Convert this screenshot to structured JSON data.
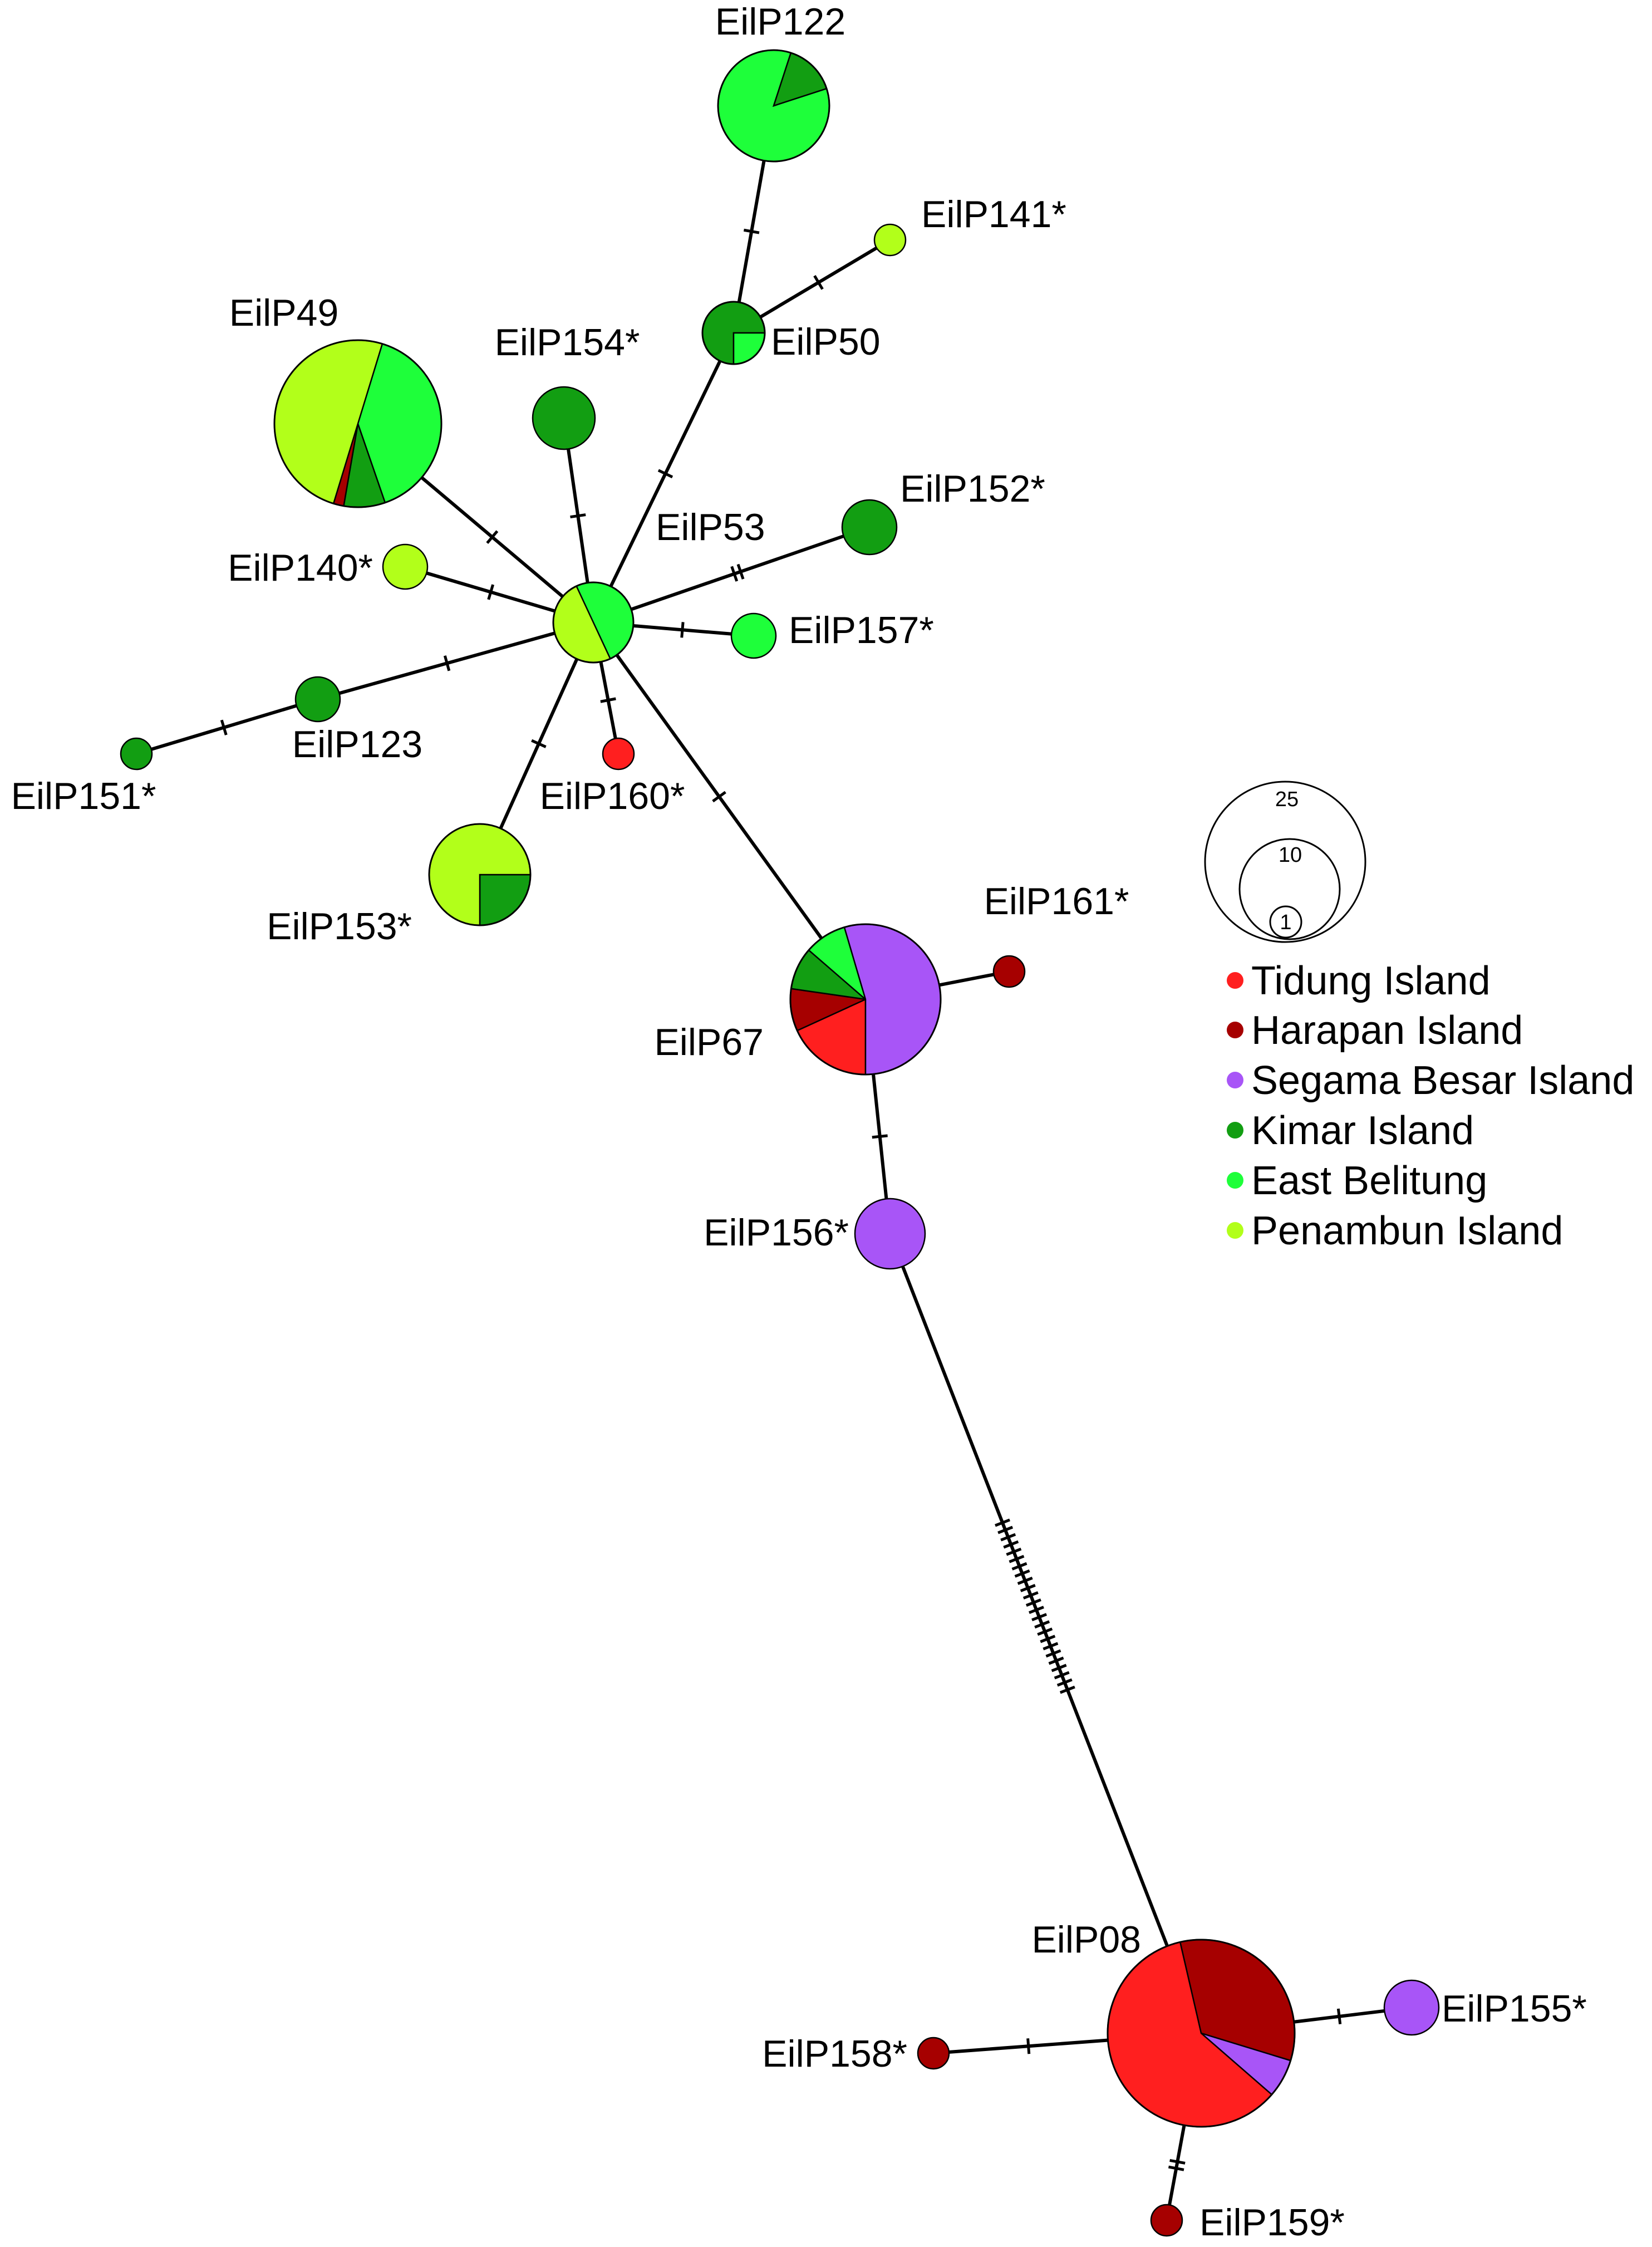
{
  "colors": {
    "tidung": "#ff1f1f",
    "harapan": "#a60000",
    "segama": "#a855f7",
    "kimar": "#129e12",
    "belitung": "#1eff3a",
    "penambun": "#b2ff1a"
  },
  "legend": {
    "size_labels": [
      "25",
      "10",
      "1"
    ],
    "items": [
      {
        "key": "tidung",
        "label": "Tidung Island"
      },
      {
        "key": "harapan",
        "label": "Harapan Island"
      },
      {
        "key": "segama",
        "label": "Segama Besar Island"
      },
      {
        "key": "kimar",
        "label": "Kimar Island"
      },
      {
        "key": "belitung",
        "label": "East Belitung"
      },
      {
        "key": "penambun",
        "label": "Penambun Island"
      }
    ]
  },
  "nodes": [
    {
      "id": "EilP122",
      "label": "EilP122",
      "count": 10,
      "slices": [
        {
          "pop": "belitung",
          "value": 8.5
        },
        {
          "pop": "kimar",
          "value": 1.5
        }
      ]
    },
    {
      "id": "EilP141",
      "label": "EilP141*",
      "count": 1,
      "slices": [
        {
          "pop": "penambun",
          "value": 1
        }
      ]
    },
    {
      "id": "EilP50",
      "label": "EilP50",
      "count": 3,
      "slices": [
        {
          "pop": "kimar",
          "value": 2.25
        },
        {
          "pop": "belitung",
          "value": 0.75
        }
      ]
    },
    {
      "id": "EilP49",
      "label": "EilP49",
      "count": 25,
      "slices": [
        {
          "pop": "belitung",
          "value": 10
        },
        {
          "pop": "kimar",
          "value": 2
        },
        {
          "pop": "harapan",
          "value": 0.5
        },
        {
          "pop": "penambun",
          "value": 12.5
        }
      ]
    },
    {
      "id": "EilP154",
      "label": "EilP154*",
      "count": 3,
      "slices": [
        {
          "pop": "kimar",
          "value": 3
        }
      ]
    },
    {
      "id": "EilP152",
      "label": "EilP152*",
      "count": 3,
      "slices": [
        {
          "pop": "kimar",
          "value": 3
        }
      ]
    },
    {
      "id": "EilP53",
      "label": "EilP53",
      "count": 6,
      "slices": [
        {
          "pop": "belitung",
          "value": 3
        },
        {
          "pop": "penambun",
          "value": 3
        }
      ]
    },
    {
      "id": "EilP140",
      "label": "EilP140*",
      "count": 2,
      "slices": [
        {
          "pop": "penambun",
          "value": 2
        }
      ]
    },
    {
      "id": "EilP157",
      "label": "EilP157*",
      "count": 2,
      "slices": [
        {
          "pop": "belitung",
          "value": 2
        }
      ]
    },
    {
      "id": "EilP123",
      "label": "EilP123",
      "count": 2,
      "slices": [
        {
          "pop": "kimar",
          "value": 2
        }
      ]
    },
    {
      "id": "EilP151",
      "label": "EilP151*",
      "count": 1,
      "slices": [
        {
          "pop": "kimar",
          "value": 1
        }
      ]
    },
    {
      "id": "EilP160",
      "label": "EilP160*",
      "count": 1,
      "slices": [
        {
          "pop": "tidung",
          "value": 1
        }
      ]
    },
    {
      "id": "EilP153",
      "label": "EilP153*",
      "count": 8,
      "slices": [
        {
          "pop": "kimar",
          "value": 2
        },
        {
          "pop": "penambun",
          "value": 6
        }
      ]
    },
    {
      "id": "EilP67",
      "label": "EilP67",
      "count": 22,
      "slices": [
        {
          "pop": "tidung",
          "value": 4
        },
        {
          "pop": "harapan",
          "value": 2
        },
        {
          "pop": "kimar",
          "value": 2
        },
        {
          "pop": "belitung",
          "value": 2
        },
        {
          "pop": "segama",
          "value": 12
        }
      ]
    },
    {
      "id": "EilP161",
      "label": "EilP161*",
      "count": 1,
      "slices": [
        {
          "pop": "harapan",
          "value": 1
        }
      ]
    },
    {
      "id": "EilP156",
      "label": "EilP156*",
      "count": 4,
      "slices": [
        {
          "pop": "segama",
          "value": 4
        }
      ]
    },
    {
      "id": "EilP08",
      "label": "EilP08",
      "count": 30,
      "slices": [
        {
          "pop": "harapan",
          "value": 10
        },
        {
          "pop": "segama",
          "value": 2
        },
        {
          "pop": "tidung",
          "value": 18
        }
      ]
    },
    {
      "id": "EilP155",
      "label": "EilP155*",
      "count": 3,
      "slices": [
        {
          "pop": "segama",
          "value": 3
        }
      ]
    },
    {
      "id": "EilP158",
      "label": "EilP158*",
      "count": 1,
      "slices": [
        {
          "pop": "harapan",
          "value": 1
        }
      ]
    },
    {
      "id": "EilP159",
      "label": "EilP159*",
      "count": 1,
      "slices": [
        {
          "pop": "harapan",
          "value": 1
        }
      ]
    }
  ],
  "edges": [
    {
      "from": "EilP122",
      "to": "EilP50",
      "mutations": 1
    },
    {
      "from": "EilP141",
      "to": "EilP50",
      "mutations": 1
    },
    {
      "from": "EilP50",
      "to": "EilP53",
      "mutations": 1
    },
    {
      "from": "EilP49",
      "to": "EilP53",
      "mutations": 1
    },
    {
      "from": "EilP154",
      "to": "EilP53",
      "mutations": 1
    },
    {
      "from": "EilP152",
      "to": "EilP53",
      "mutations": 2
    },
    {
      "from": "EilP140",
      "to": "EilP53",
      "mutations": 1
    },
    {
      "from": "EilP157",
      "to": "EilP53",
      "mutations": 1
    },
    {
      "from": "EilP123",
      "to": "EilP53",
      "mutations": 1
    },
    {
      "from": "EilP151",
      "to": "EilP123",
      "mutations": 1
    },
    {
      "from": "EilP160",
      "to": "EilP53",
      "mutations": 1
    },
    {
      "from": "EilP153",
      "to": "EilP53",
      "mutations": 1
    },
    {
      "from": "EilP53",
      "to": "EilP67",
      "mutations": 1
    },
    {
      "from": "EilP67",
      "to": "EilP161",
      "mutations": 0
    },
    {
      "from": "EilP67",
      "to": "EilP156",
      "mutations": 1
    },
    {
      "from": "EilP156",
      "to": "EilP08",
      "mutations": 24
    },
    {
      "from": "EilP08",
      "to": "EilP155",
      "mutations": 1
    },
    {
      "from": "EilP08",
      "to": "EilP158",
      "mutations": 1
    },
    {
      "from": "EilP08",
      "to": "EilP159",
      "mutations": 2
    }
  ]
}
